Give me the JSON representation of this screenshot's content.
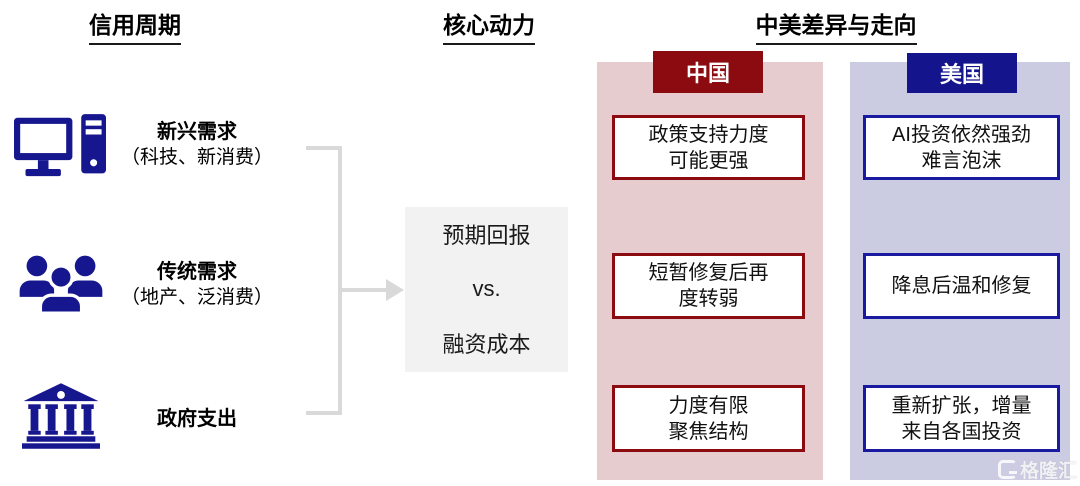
{
  "titles": {
    "credit_cycle": "信用周期",
    "core_driver": "核心动力",
    "comparison": "中美差异与走向"
  },
  "credit_cycle": {
    "items": [
      {
        "icon": "computer-icon",
        "label": "新兴需求",
        "sublabel": "（科技、新消费）"
      },
      {
        "icon": "people-icon",
        "label": "传统需求",
        "sublabel": "（地产、泛消费）"
      },
      {
        "icon": "bank-icon",
        "label": "政府支出",
        "sublabel": ""
      }
    ]
  },
  "core_driver": {
    "line1": "预期回报",
    "line2": "vs.",
    "line3": "融资成本"
  },
  "comparison": {
    "china": {
      "header": "中国",
      "boxes": [
        {
          "line1": "政策支持力度",
          "line2": "可能更强"
        },
        {
          "line1": "短暂修复后再",
          "line2": "度转弱"
        },
        {
          "line1": "力度有限",
          "line2": "聚焦结构"
        }
      ]
    },
    "us": {
      "header": "美国",
      "boxes": [
        {
          "line1": "AI投资依然强劲",
          "line2": "难言泡沫"
        },
        {
          "line1": "降息后温和修复",
          "line2": ""
        },
        {
          "line1": "重新扩张，增量",
          "line2": "来自各国投资"
        }
      ]
    }
  },
  "watermark": {
    "brand": "格隆汇"
  },
  "colors": {
    "icon_navy": "#16168F",
    "china_dark_red": "#8C0B10",
    "us_header_navy": "#14148C",
    "us_box_border": "#1A1AA0",
    "china_column_bg": "#E6CBCF",
    "us_column_bg": "#CBCBE2",
    "core_box_bg": "#F2F2F2",
    "connector_gray": "#D9D9D9"
  }
}
